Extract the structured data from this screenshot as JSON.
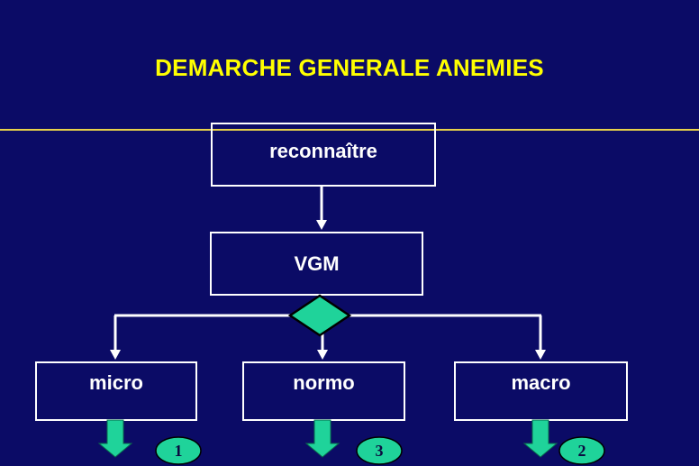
{
  "title": "DEMARCHE GENERALE ANEMIES",
  "nodes": {
    "reconnaitre": "reconnaître",
    "vgm": "VGM",
    "micro": "micro",
    "normo": "normo",
    "macro": "macro"
  },
  "badges": {
    "micro": "1",
    "normo": "3",
    "macro": "2"
  },
  "colors": {
    "background": "#0b0b66",
    "title": "#ffff00",
    "rule": "#e8d24a",
    "line": "#ffffff",
    "accent": "#1fd39a"
  }
}
